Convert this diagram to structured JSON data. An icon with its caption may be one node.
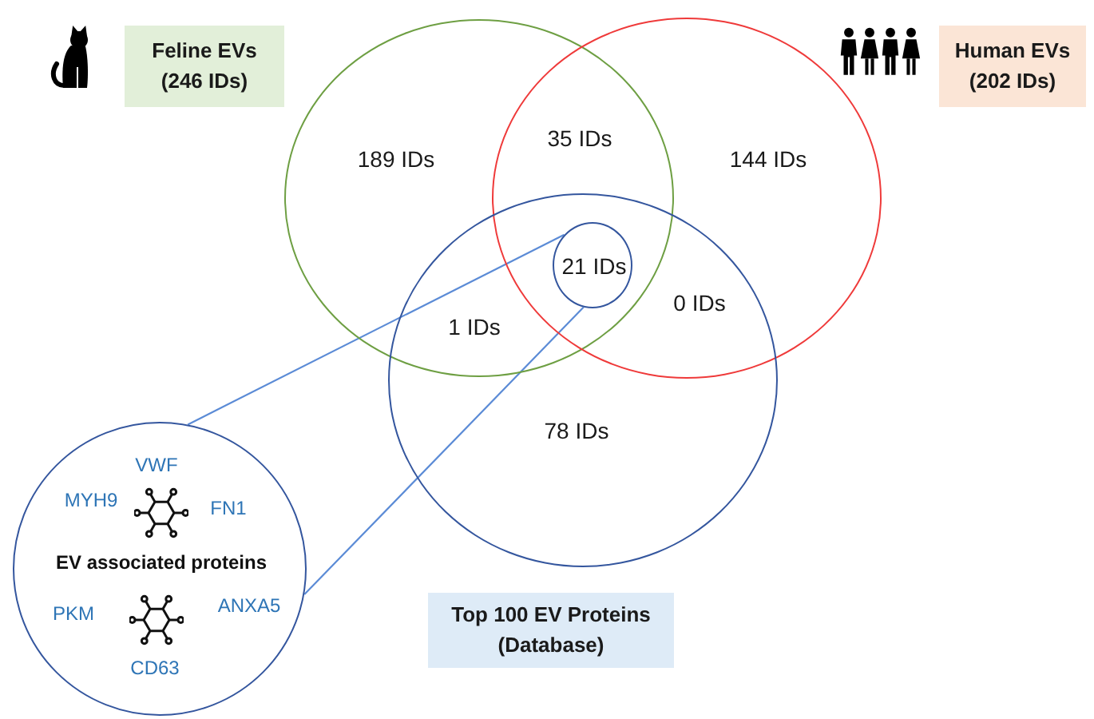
{
  "diagram": {
    "nodes": [
      {
        "text": [
          "Feline EVs (246 IDs)"
        ]
      },
      {
        "text": [
          "Human EVs (202 IDs)"
        ]
      },
      {
        "text": [
          "189 IDs"
        ]
      },
      {
        "text": [
          "144 IDs"
        ]
      },
      {
        "text": [
          "78 IDs"
        ]
      },
      {
        "text": [
          "21 IDs"
        ]
      },
      {
        "text": [
          "VWF",
          "MYH9",
          "FN1",
          "EV associated proteins",
          "PKM",
          "ANXA5",
          "CD63"
        ]
      },
      {
        "text": [
          "Top 100 EV Proteins (Database)"
        ]
      }
    ],
    "edges": [
      {
        "from": 5,
        "to": 6,
        "arrow": "none"
      },
      {
        "from": 5,
        "to": 6,
        "arrow": "none"
      }
    ],
    "labels": [
      "35 IDs",
      "1 IDs",
      "0 IDs"
    ]
  }
}
